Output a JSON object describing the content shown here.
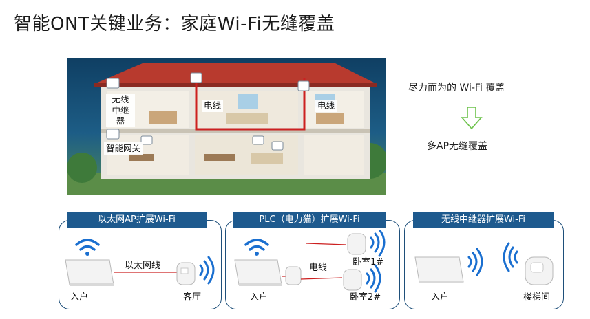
{
  "title": "智能ONT关键业务：家庭Wi-Fi无缝覆盖",
  "house": {
    "labels": {
      "relay_line1": "无线",
      "relay_line2": "中继器",
      "wire_left": "电线",
      "wire_right": "电线",
      "gateway": "智能网关"
    }
  },
  "side": {
    "best_effort": "尽力而为的 Wi-Fi 覆盖",
    "multi_ap": "多AP无缝覆盖"
  },
  "scenarios": [
    {
      "header": "以太网AP扩展Wi-Fi",
      "cable": "以太网线",
      "left": "入户",
      "right": "客厅"
    },
    {
      "header": "PLC（电力猫）扩展Wi-Fi",
      "cable": "电线",
      "left": "入户",
      "top_right": "卧室1#",
      "bottom_right": "卧室2#"
    },
    {
      "header": "无线中继器扩展Wi-Fi",
      "left": "入户",
      "right": "楼梯间"
    }
  ],
  "colors": {
    "header_blue": "#1e5a8e",
    "wifi_blue": "#1a6fd0",
    "wire_red": "#cc2020",
    "arrow_green": "#6cc24a"
  }
}
